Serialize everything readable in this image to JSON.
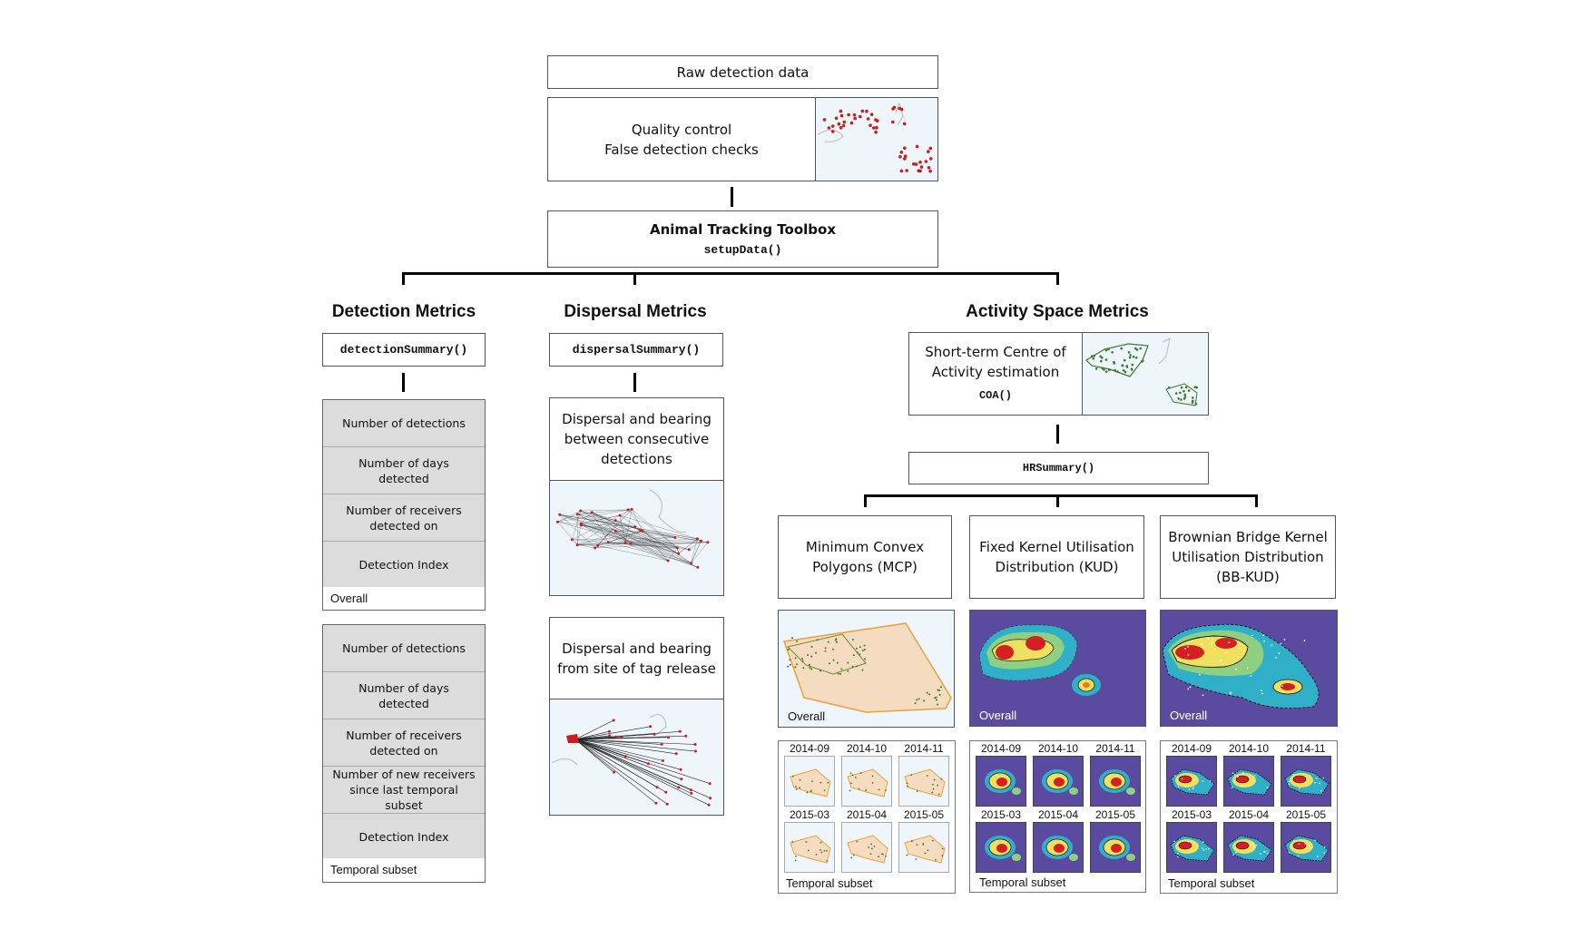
{
  "top": {
    "raw_data": "Raw detection data",
    "qc_line1": "Quality control",
    "qc_line2": "False detection checks",
    "toolbox_title": "Animal Tracking Toolbox",
    "toolbox_fn": "setupData()"
  },
  "detection": {
    "header": "Detection Metrics",
    "fn": "detectionSummary()",
    "overall_items": [
      "Number of detections",
      "Number of days detected",
      "Number of receivers detected on",
      "Detection Index"
    ],
    "overall_label": "Overall",
    "temporal_items": [
      "Number of detections",
      "Number of days detected",
      "Number of receivers detected on",
      "Number of new receivers since last temporal subset",
      "Detection Index"
    ],
    "temporal_label": "Temporal subset"
  },
  "dispersal": {
    "header": "Dispersal Metrics",
    "fn": "dispersalSummary()",
    "consecutive": "Dispersal and bearing between consecutive detections",
    "release": "Dispersal and bearing from site of tag release"
  },
  "activity": {
    "header": "Activity Space Metrics",
    "coa_line1": "Short-term Centre of Activity estimation",
    "coa_fn": "COA()",
    "hr_fn": "HRSummary()",
    "mcp": "Minimum Convex Polygons (MCP)",
    "kud": "Fixed Kernel Utilisation Distribution (KUD)",
    "bbkud": "Brownian Bridge Kernel Utilisation Distribution (BB-KUD)",
    "overall_label": "Overall",
    "temporal_label": "Temporal subset",
    "months_row1": [
      "2014-09",
      "2014-10",
      "2014-11"
    ],
    "months_row2": [
      "2015-03",
      "2015-04",
      "2015-05"
    ]
  },
  "colors": {
    "map_bg": "#eef5fb",
    "detection_red": "#c81e1e",
    "coa_green": "#3a7a2a",
    "mcp_fill": "#f5dcc0",
    "mcp_edge": "#e8a23c",
    "kud_bg": "#5b4ba0",
    "gray_panel": "#dcdcdc"
  }
}
